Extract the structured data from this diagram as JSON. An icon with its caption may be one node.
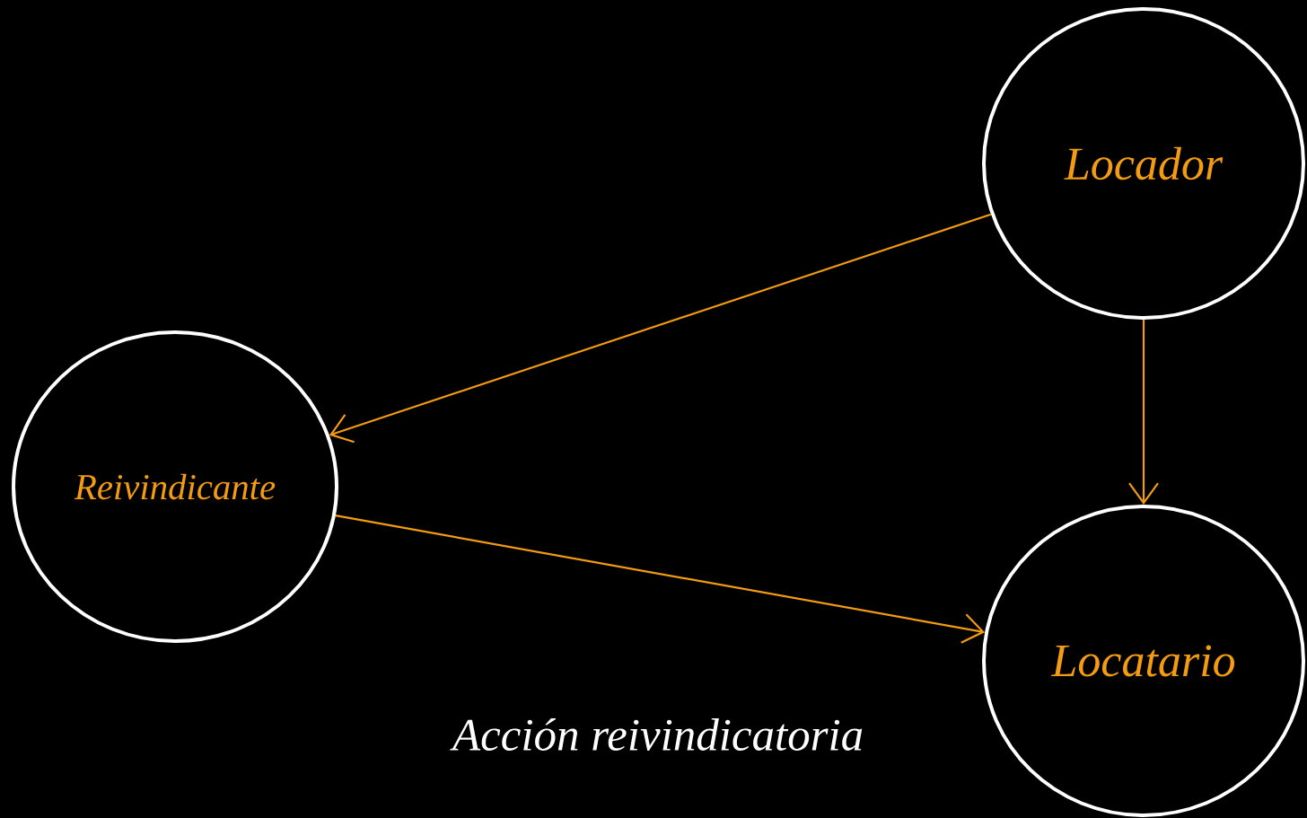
{
  "diagram": {
    "nodes": [
      {
        "text": [
          "Locador"
        ]
      },
      {
        "text": [
          "Reivindicante"
        ]
      },
      {
        "text": [
          "Locatario"
        ]
      }
    ],
    "edges": [
      {
        "from": 0,
        "to": 1,
        "arrow": "to"
      },
      {
        "from": 0,
        "to": 2,
        "arrow": "to"
      },
      {
        "from": 1,
        "to": 2,
        "arrow": "to"
      }
    ],
    "labels": [
      "Acción reivindicatoria"
    ]
  }
}
